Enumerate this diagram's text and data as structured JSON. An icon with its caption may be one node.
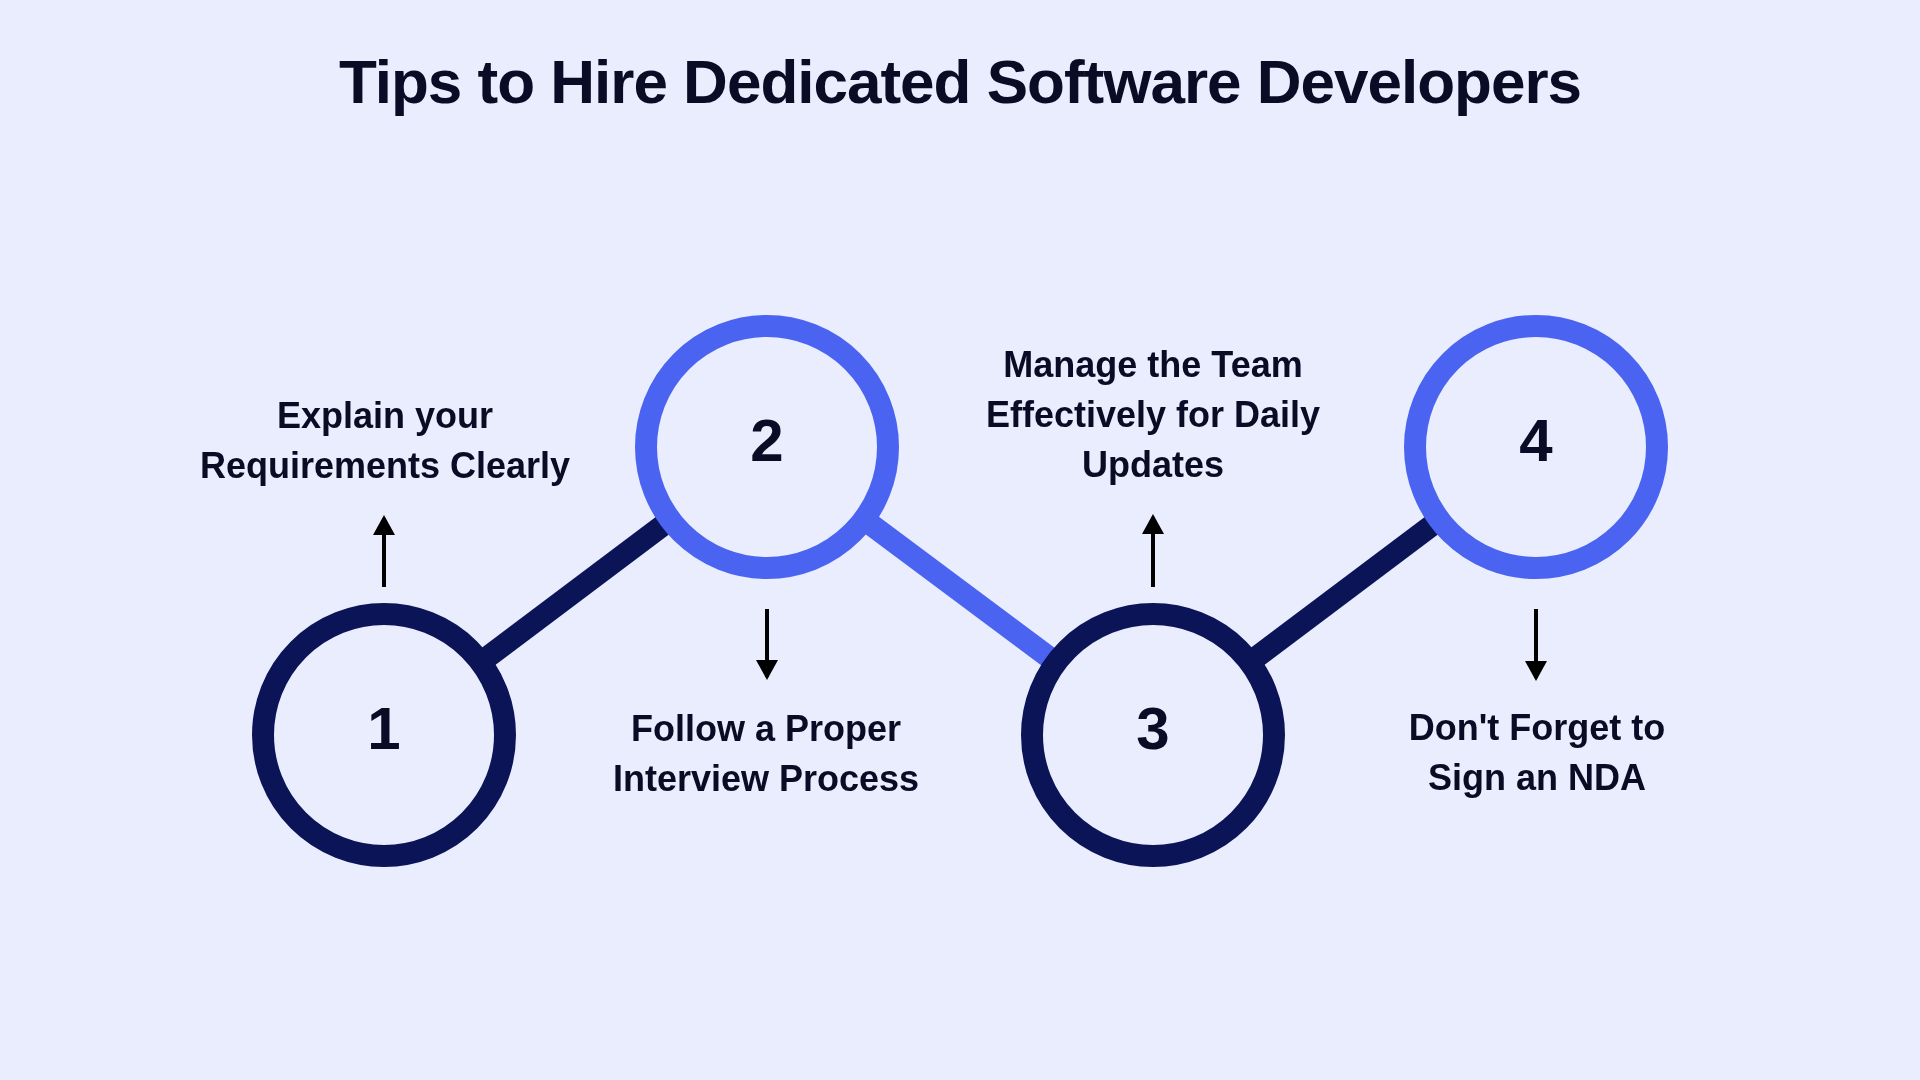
{
  "diagram": {
    "title": "Tips to Hire Dedicated Software Developers",
    "nodes": [
      {
        "text": [
          "1"
        ]
      },
      {
        "text": [
          "Explain your Requirements Clearly"
        ]
      },
      {
        "text": [
          "2"
        ]
      },
      {
        "text": [
          "Follow a Proper Interview Process"
        ]
      },
      {
        "text": [
          "3"
        ]
      },
      {
        "text": [
          "Manage the Team Effectively for Daily Updates"
        ]
      },
      {
        "text": [
          "4"
        ]
      },
      {
        "text": [
          "Don't Forget to Sign an NDA"
        ]
      }
    ],
    "edges": [
      {
        "from": 0,
        "to": 2,
        "arrow": "none",
        "style": "thick",
        "color": "#0b1457"
      },
      {
        "from": 2,
        "to": 4,
        "arrow": "none",
        "style": "thick",
        "color": "#4a64f1"
      },
      {
        "from": 4,
        "to": 6,
        "arrow": "none",
        "style": "thick",
        "color": "#0b1457"
      },
      {
        "from": 0,
        "to": 1,
        "arrow": "to"
      },
      {
        "from": 2,
        "to": 3,
        "arrow": "to"
      },
      {
        "from": 4,
        "to": 5,
        "arrow": "to"
      },
      {
        "from": 6,
        "to": 7,
        "arrow": "to"
      }
    ]
  }
}
